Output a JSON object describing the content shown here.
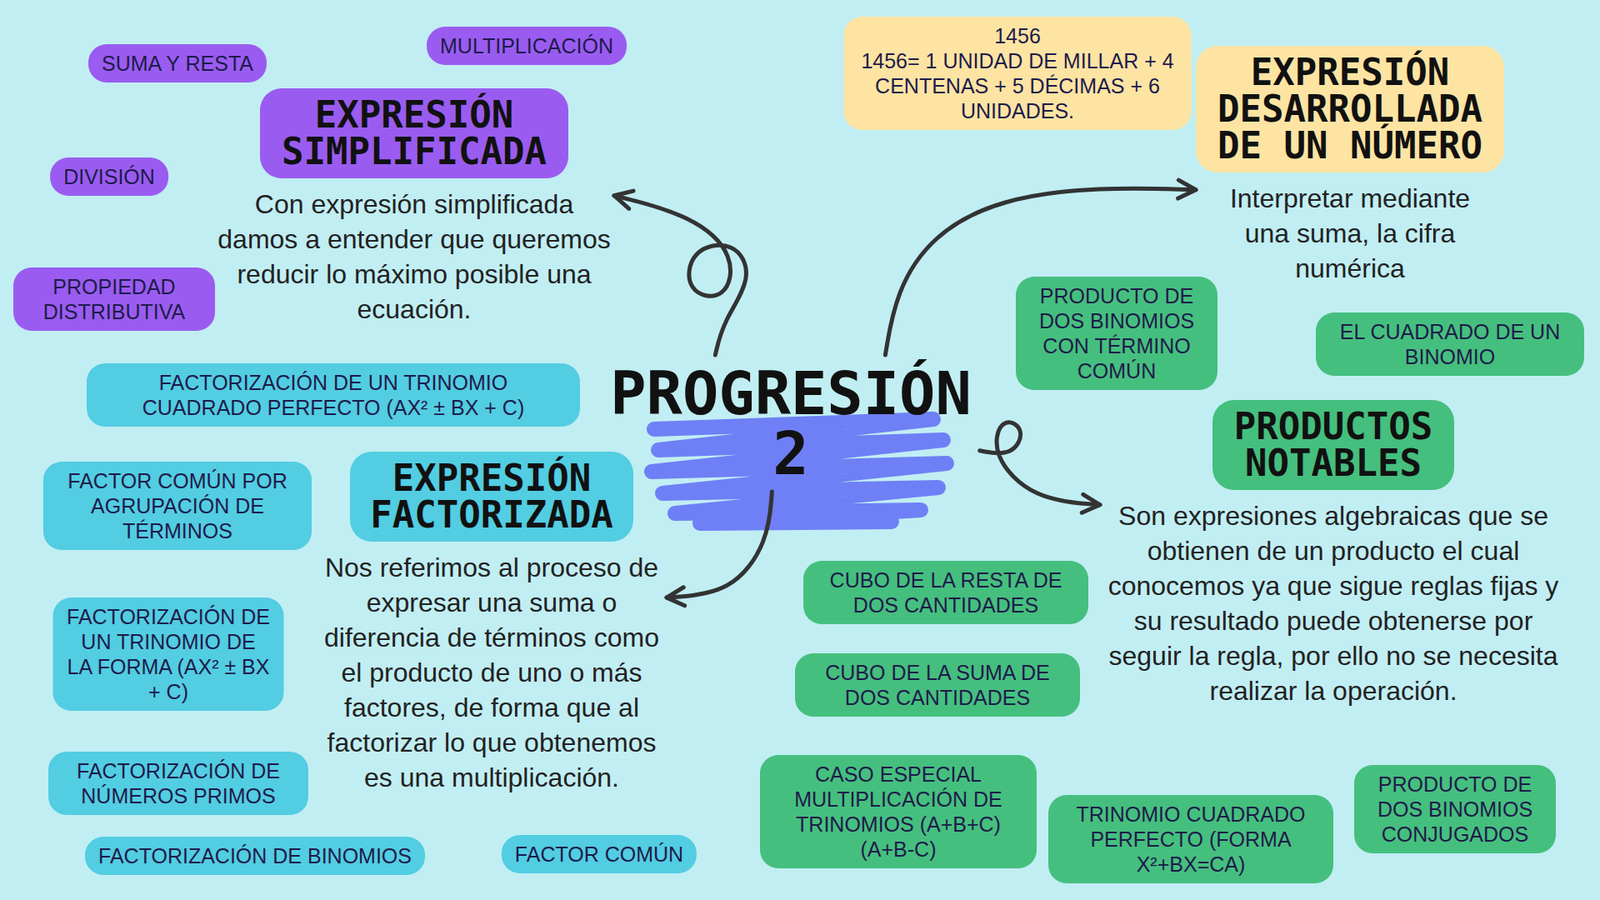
{
  "diagram": {
    "nodes": [
      {
        "text": [
          "PROGRESIÓN 2"
        ]
      },
      {
        "text": [
          "EXPRESIÓN SIMPLIFICADA",
          "Con expresión simplificada damos a entender que queremos reducir lo máximo posible una ecuación."
        ]
      },
      {
        "text": [
          "SUMA Y RESTA"
        ]
      },
      {
        "text": [
          "MULTIPLICACIÓN"
        ]
      },
      {
        "text": [
          "DIVISIÓN"
        ]
      },
      {
        "text": [
          "PROPIEDAD DISTRIBUTIVA"
        ]
      },
      {
        "text": [
          "EXPRESIÓN DESARROLLADA DE UN NÚMERO",
          "Interpretar mediante una suma, la cifra numérica"
        ]
      },
      {
        "text": [
          "1456",
          "1456= 1 UNIDAD DE MILLAR + 4 CENTENAS + 5 DÉCIMAS + 6 UNIDADES."
        ]
      },
      {
        "text": [
          "EXPRESIÓN FACTORIZADA",
          "Nos referimos al proceso de expresar una suma o diferencia de términos como el producto de uno o más factores, de forma que al factorizar lo que obtenemos es una multiplicación."
        ]
      },
      {
        "text": [
          "FACTORIZACIÓN DE UN TRINOMIO CUADRADO PERFECTO (AX² ± BX + C)"
        ]
      },
      {
        "text": [
          "FACTOR COMÚN POR AGRUPACIÓN DE TÉRMINOS"
        ]
      },
      {
        "text": [
          "FACTORIZACIÓN DE UN TRINOMIO DE LA FORMA (AX² ± BX + C)"
        ]
      },
      {
        "text": [
          "FACTORIZACIÓN DE NÚMEROS PRIMOS"
        ]
      },
      {
        "text": [
          "FACTORIZACIÓN DE BINOMIOS"
        ]
      },
      {
        "text": [
          "FACTOR COMÚN"
        ]
      },
      {
        "text": [
          "PRODUCTOS NOTABLES",
          "Son expresiones algebraicas que se obtienen de un producto el cual conocemos ya que sigue reglas fijas y su resultado puede obtenerse por seguir la regla, por ello no se necesita realizar la operación."
        ]
      },
      {
        "text": [
          "PRODUCTO DE DOS BINOMIOS CON TÉRMINO COMÚN"
        ]
      },
      {
        "text": [
          "EL CUADRADO DE UN BINOMIO"
        ]
      },
      {
        "text": [
          "CUBO DE LA RESTA DE DOS CANTIDADES"
        ]
      },
      {
        "text": [
          "CUBO DE LA SUMA DE DOS CANTIDADES"
        ]
      },
      {
        "text": [
          "CASO ESPECIAL MULTIPLICACIÓN DE TRINOMIOS (A+B+C)(A+B-C)"
        ]
      },
      {
        "text": [
          "TRINOMIO CUADRADO PERFECTO (FORMA X²+BX=CA)"
        ]
      },
      {
        "text": [
          "PRODUCTO DE DOS BINOMIOS CONJUGADOS"
        ]
      }
    ],
    "edges": [
      {
        "from": 0,
        "to": 1,
        "arrow": "to"
      },
      {
        "from": 0,
        "to": 6,
        "arrow": "to"
      },
      {
        "from": 0,
        "to": 8,
        "arrow": "to"
      },
      {
        "from": 0,
        "to": 15,
        "arrow": "to"
      }
    ]
  }
}
